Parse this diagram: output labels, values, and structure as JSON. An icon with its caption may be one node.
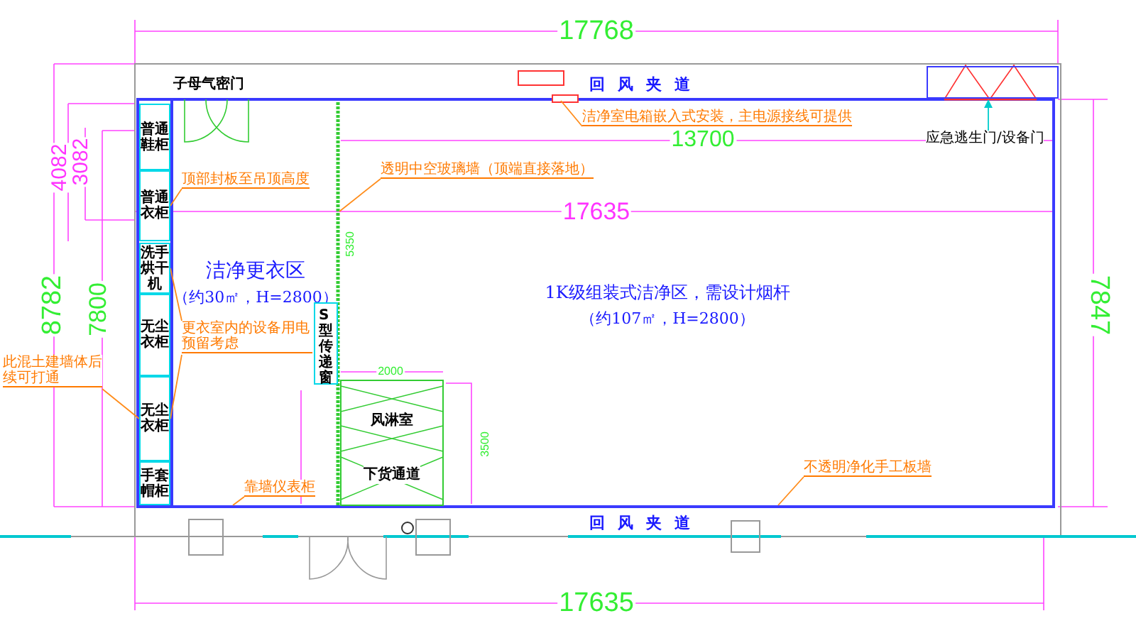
{
  "diagram": {
    "nodes": [
      {
        "text": [
          "普通鞋柜"
        ]
      },
      {
        "text": [
          "普通衣柜"
        ]
      },
      {
        "text": [
          "洗手烘干机"
        ]
      },
      {
        "text": [
          "无尘衣柜"
        ]
      },
      {
        "text": [
          "无尘衣柜"
        ]
      },
      {
        "text": [
          "手套帽柜"
        ]
      },
      {
        "text": [
          "洁净更衣区",
          "（约30㎡，H=2800）"
        ]
      },
      {
        "text": [
          "S型传递窗"
        ]
      },
      {
        "text": [
          "风淋室"
        ]
      },
      {
        "text": [
          "下货通道"
        ]
      },
      {
        "text": [
          "1K级组装式洁净区，需设计烟杆",
          "（约107㎡，H=2800）"
        ]
      },
      {
        "text": [
          "回风夹道"
        ]
      },
      {
        "text": [
          "回风夹道"
        ]
      },
      {
        "text": [
          "洁净室电箱嵌入式安装，主电源接线可提供"
        ]
      },
      {
        "text": [
          "顶部封板至吊顶高度"
        ]
      },
      {
        "text": [
          "透明中空玻璃墙（顶端直接落地）"
        ]
      },
      {
        "text": [
          "更衣室内的设备用电预留考虑"
        ]
      },
      {
        "text": [
          "此混土建墙体后续可打通"
        ]
      },
      {
        "text": [
          "靠墙仪表柜"
        ]
      },
      {
        "text": [
          "不透明净化手工板墙"
        ]
      },
      {
        "text": [
          "应急逃生门/设备门"
        ]
      }
    ],
    "edges": [
      {
        "from": 13,
        "to": null,
        "arrow": "none"
      },
      {
        "from": 14,
        "to": 1,
        "arrow": "none"
      },
      {
        "from": 15,
        "to": null,
        "arrow": "none"
      },
      {
        "from": 16,
        "to": 2,
        "arrow": "none"
      },
      {
        "from": 16,
        "to": 4,
        "arrow": "none"
      },
      {
        "from": 17,
        "to": 4,
        "arrow": "none"
      },
      {
        "from": 18,
        "to": null,
        "arrow": "none"
      },
      {
        "from": 19,
        "to": null,
        "arrow": "none"
      },
      {
        "from": 20,
        "to": null,
        "arrow": "to",
        "color": "#00cccc"
      }
    ],
    "labels": [
      "17768",
      "子母气密门",
      "4082",
      "3082",
      "13700",
      "17635",
      "5350",
      "8782",
      "7800",
      "7847",
      "2000",
      "3500",
      "17635"
    ]
  }
}
